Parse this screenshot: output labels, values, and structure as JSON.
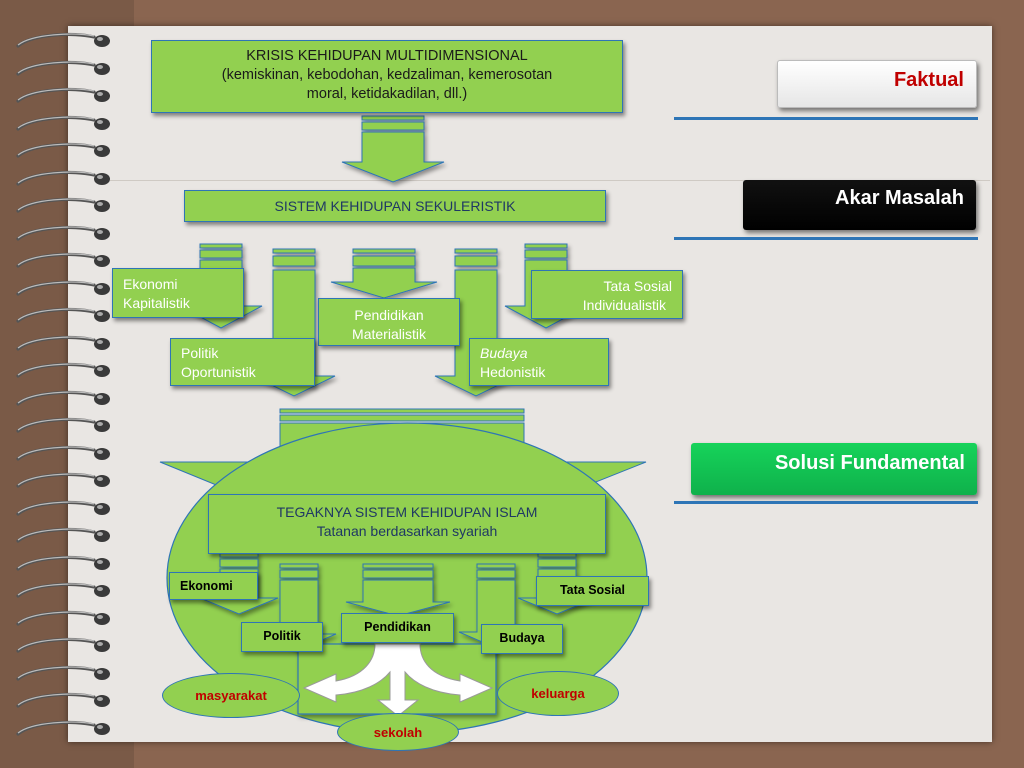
{
  "colors": {
    "green": "#92d050",
    "blue": "#2e75b6",
    "dark_red": "#c00000",
    "navy": "#1f3864"
  },
  "crisis": {
    "line1": "KRISIS KEHIDUPAN MULTIDIMENSIONAL",
    "line2": "(kemiskinan, kebodohan, kedzaliman, kemerosotan",
    "line3": "moral, ketidakadilan, dll.)"
  },
  "secular": {
    "title": "SISTEM KEHIDUPAN  SEKULERISTIK"
  },
  "secular_items": {
    "ekonomi": {
      "line1": "Ekonomi",
      "line2": "Kapitalistik"
    },
    "tata_sosial": {
      "line1": "Tata Sosial",
      "line2": "Individualistik"
    },
    "pendidikan": {
      "line1": "Pendidikan",
      "line2": "Materialistik"
    },
    "politik": {
      "line1": "Politik",
      "line2": "Oportunistik"
    },
    "budaya": {
      "line1": "Budaya",
      "line2": "Hedonistik"
    }
  },
  "islam": {
    "line1": "TEGAKNYA SISTEM KEHIDUPAN  ISLAM",
    "line2": "Tatanan berdasarkan syariah"
  },
  "islam_items": {
    "ekonomi": "Ekonomi",
    "tata_sosial": "Tata Sosial",
    "pendidikan": "Pendidikan",
    "politik": "Politik",
    "budaya": "Budaya"
  },
  "outcomes": {
    "masyarakat": "masyarakat",
    "keluarga": "keluarga",
    "sekolah": "sekolah"
  },
  "labels": {
    "faktual": "Faktual",
    "akar": "Akar Masalah",
    "solusi": "Solusi Fundamental"
  }
}
